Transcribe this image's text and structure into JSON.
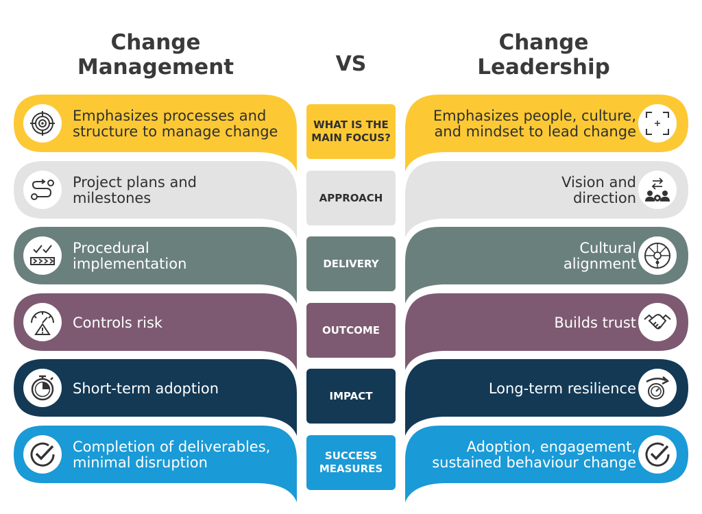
{
  "left_title": [
    "Change",
    "Management"
  ],
  "right_title": [
    "Change",
    "Leadership"
  ],
  "vs": "VS",
  "colors": {
    "yellow": "#fcc935",
    "gray": "#e3e3e3",
    "teal": "#6a807d",
    "purple": "#7d5a71",
    "navy": "#133955",
    "blue": "#1a9ad6"
  },
  "rows": [
    {
      "category": "WHAT IS THE MAIN FOCUS?",
      "color": "#fcc935",
      "text_color": "#2f2f2f",
      "mid_text_color": "#2f2f2f",
      "left": {
        "text": [
          "Emphasizes processes and",
          "structure to manage change"
        ],
        "icon": "target-icon"
      },
      "right": {
        "text": [
          "Emphasizes people, culture,",
          "and mindset to lead change"
        ],
        "icon": "focus-frame-icon"
      }
    },
    {
      "category": "APPROACH",
      "color": "#e3e3e3",
      "text_color": "#2f2f2f",
      "mid_text_color": "#2f2f2f",
      "left": {
        "text": [
          "Project plans and",
          "milestones"
        ],
        "icon": "route-icon"
      },
      "right": {
        "text": [
          "Vision and",
          "direction"
        ],
        "icon": "team-settings-icon"
      }
    },
    {
      "category": "DELIVERY",
      "color": "#6a807d",
      "text_color": "#ffffff",
      "mid_text_color": "#ffffff",
      "left": {
        "text": [
          "Procedural",
          "implementation"
        ],
        "icon": "checklist-steps-icon"
      },
      "right": {
        "text": [
          "Cultural",
          "alignment"
        ],
        "icon": "network-people-icon"
      }
    },
    {
      "category": "OUTCOME",
      "color": "#7d5a71",
      "text_color": "#ffffff",
      "mid_text_color": "#ffffff",
      "left": {
        "text": [
          "Controls risk"
        ],
        "icon": "gauge-warning-icon"
      },
      "right": {
        "text": [
          "Builds trust"
        ],
        "icon": "handshake-icon"
      }
    },
    {
      "category": "IMPACT",
      "color": "#133955",
      "text_color": "#ffffff",
      "mid_text_color": "#ffffff",
      "left": {
        "text": [
          "Short-term adoption"
        ],
        "icon": "stopwatch-icon"
      },
      "right": {
        "text": [
          "Long-term resilience"
        ],
        "icon": "speed-arrow-icon"
      }
    },
    {
      "category": "SUCCESS MEASURES",
      "color": "#1a9ad6",
      "text_color": "#ffffff",
      "mid_text_color": "#ffffff",
      "left": {
        "text": [
          "Completion of deliverables,",
          "minimal disruption"
        ],
        "icon": "check-circle-icon"
      },
      "right": {
        "text": [
          "Adoption, engagement,",
          "sustained behaviour change"
        ],
        "icon": "check-circle-icon"
      }
    }
  ]
}
